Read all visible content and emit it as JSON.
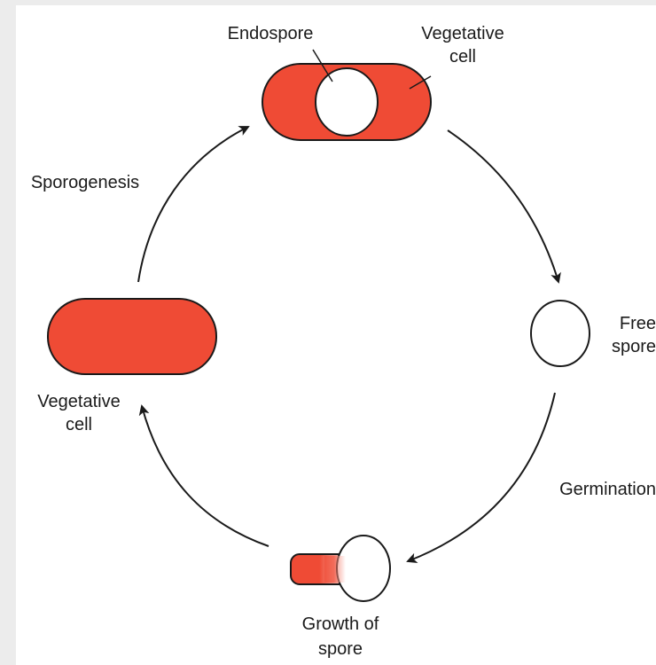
{
  "colors": {
    "cell_fill": "#ef4b35",
    "outline": "#1a1a1a",
    "spore_fill": "#ffffff",
    "background": "#ffffff",
    "frame": "#ececec"
  },
  "labels": {
    "endospore": "Endospore",
    "vegetative_cell_top_line1": "Vegetative",
    "vegetative_cell_top_line2": "cell",
    "sporogenesis": "Sporogenesis",
    "free_spore_line1": "Free",
    "free_spore_line2": "spore",
    "vegetative_cell_left_line1": "Vegetative",
    "vegetative_cell_left_line2": "cell",
    "germination": "Germination",
    "growth_of_spore_line1": "Growth of",
    "growth_of_spore_line2": "spore"
  },
  "icons": {
    "arrow": "arrowhead"
  }
}
